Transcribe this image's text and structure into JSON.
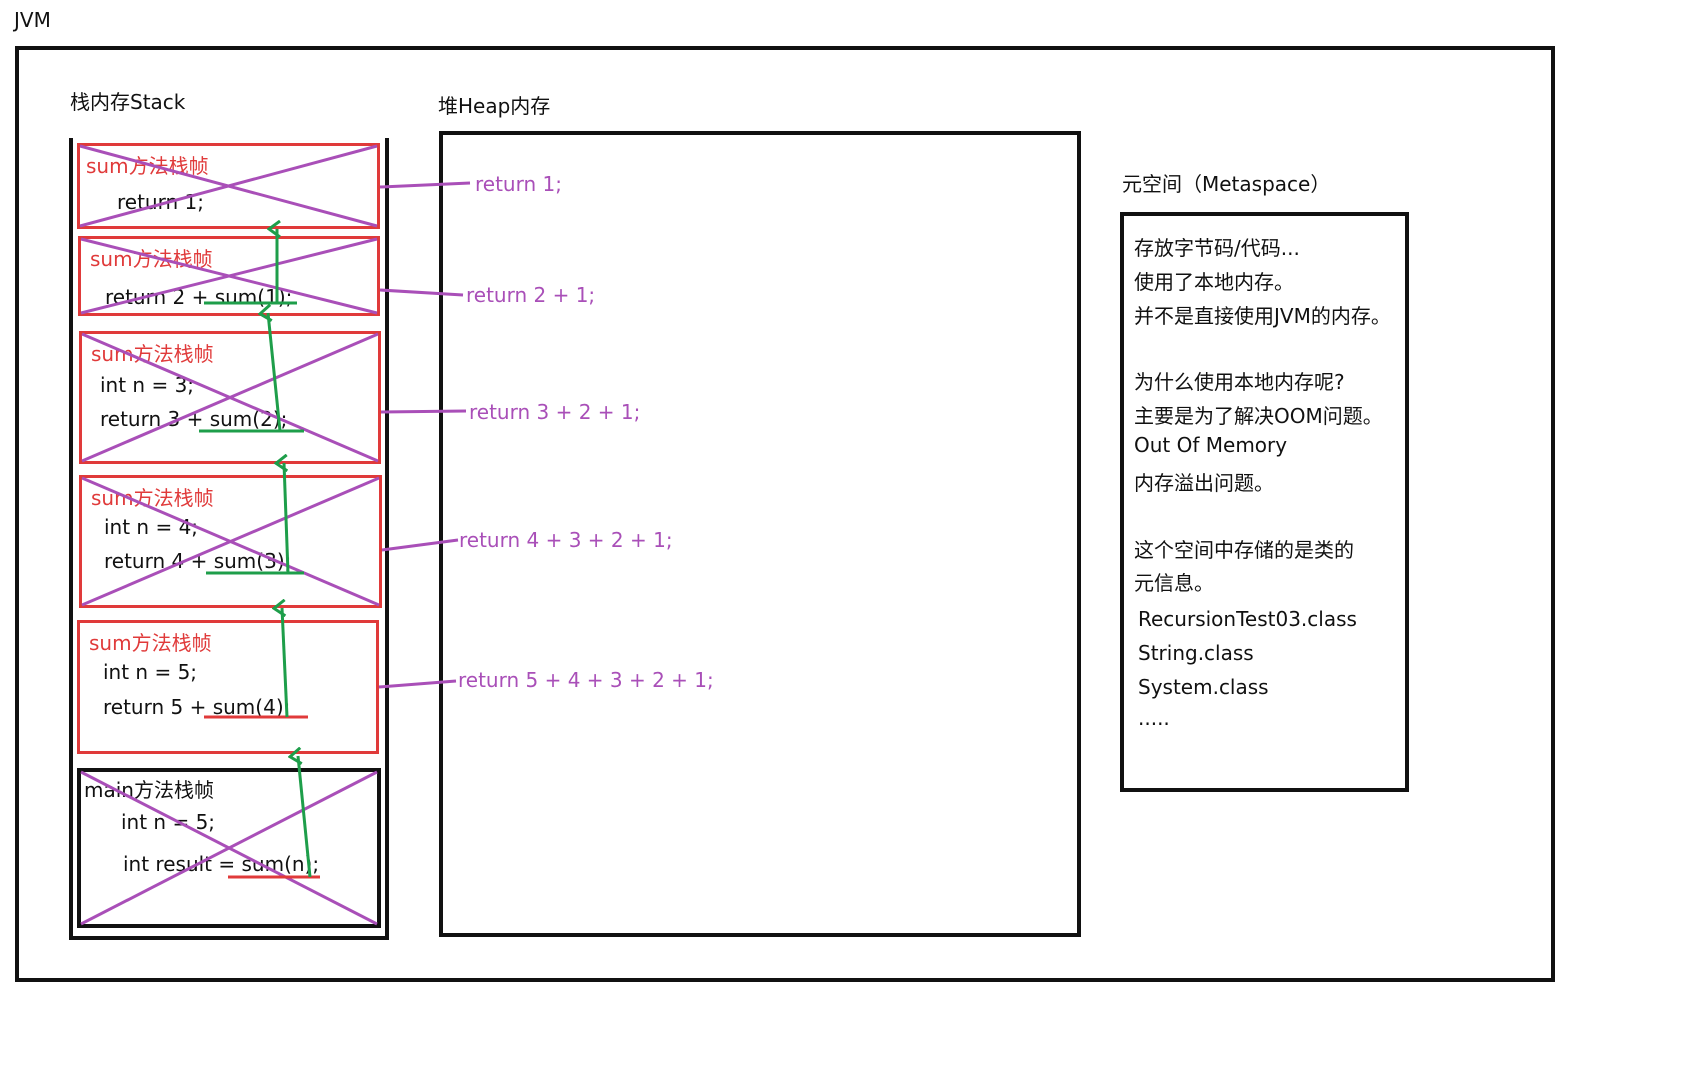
{
  "labels": {
    "jvm": "JVM",
    "stack": "栈内存Stack",
    "heap": "堆Heap内存",
    "metaspace": "元空间（Metaspace）"
  },
  "frames": [
    {
      "title": "sum方法栈帧",
      "lines": [
        "return 1;"
      ]
    },
    {
      "title": "sum方法栈帧",
      "lines": [
        "return 2 + sum(1);"
      ]
    },
    {
      "title": "sum方法栈帧",
      "lines": [
        "int n = 3;",
        "return 3 + sum(2);"
      ]
    },
    {
      "title": "sum方法栈帧",
      "lines": [
        "int n = 4;",
        "return 4 + sum(3);"
      ]
    },
    {
      "title": "sum方法栈帧",
      "lines": [
        "int n = 5;",
        "return 5 + sum(4);"
      ]
    },
    {
      "title": "main方法栈帧",
      "lines": [
        "int n = 5;",
        "int result = sum(n);"
      ]
    }
  ],
  "heap_returns": [
    "return 1;",
    "return 2 + 1;",
    "return 3 + 2 + 1;",
    "return 4 + 3 + 2 + 1;",
    "return 5 + 4 + 3 + 2 + 1;"
  ],
  "metaspace_lines": [
    "存放字节码/代码...",
    "使用了本地内存。",
    "并不是直接使用JVM的内存。",
    "为什么使用本地内存呢?",
    "主要是为了解决OOM问题。",
    "Out Of Memory",
    "内存溢出问题。",
    "这个空间中存储的是类的",
    "元信息。",
    "RecursionTest03.class",
    "String.class",
    "System.class",
    "....."
  ],
  "colors": {
    "frame_border": "#e03a3a",
    "cross": "#a94fb8",
    "arrow": "#1e9e4a",
    "underline_red": "#e03a3a",
    "underline_green": "#1e9e4a"
  }
}
